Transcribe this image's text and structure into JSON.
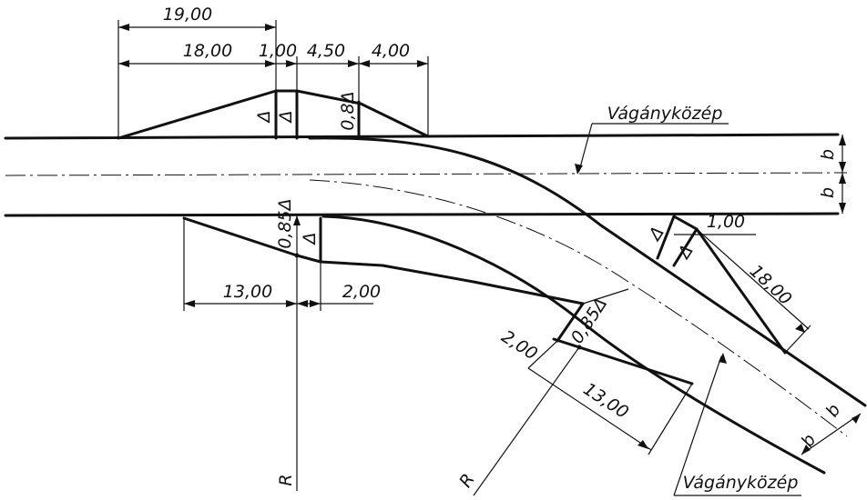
{
  "dimensions": {
    "total_top": "19,00",
    "ramp_top": "18,00",
    "flat_top": "1,00",
    "curve_start": "4,50",
    "taper_top": "4,00",
    "ramp_bottom": "13,00",
    "gap_bottom": "2,00",
    "branch_flat": "1,00",
    "branch_ramp": "18,00",
    "branch_gap": "2,00",
    "branch_long": "13,00"
  },
  "heights": {
    "delta_a": "Δ",
    "delta_b": "Δ",
    "h_08": "0,8Δ",
    "h_085_left": "0,85Δ",
    "delta_c": "Δ",
    "h_085_right": "0,85Δ",
    "delta_d": "Δ",
    "delta_e": "Δ"
  },
  "labels": {
    "track_center_top": "Vágányközép",
    "track_center_bottom": "Vágányközép",
    "radius_left": "R",
    "radius_right": "R",
    "b_top_1": "b",
    "b_top_2": "b",
    "b_right_1": "b",
    "b_right_2": "b"
  }
}
